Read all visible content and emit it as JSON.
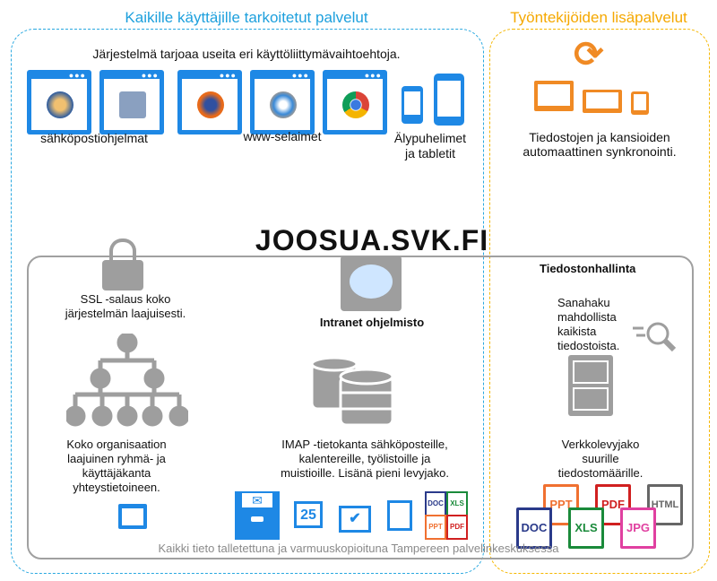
{
  "sections": {
    "all_users": "Kaikille käyttäjille tarkoitetut palvelut",
    "employees": "Työntekijöiden lisäpalvelut"
  },
  "interfaces": {
    "intro": "Järjestelmä tarjoaa useita eri käyttöliittymävaihtoehtoja.",
    "email_clients": "sähköpostiohjelmat",
    "browsers": "www-selaimet",
    "mobile_line1": "Älypuhelimet",
    "mobile_line2": "ja tabletit"
  },
  "sync": {
    "line1": "Tiedostojen ja kansioiden",
    "line2": "automaattinen synkronointi."
  },
  "title": "JOOSUA.SVK.FI",
  "ssl": {
    "line1": "SSL -salaus koko",
    "line2": "järjestelmän laajuisesti."
  },
  "intranet": "Intranet ohjelmisto",
  "org": {
    "line1": "Koko organisaation",
    "line2": "laajuinen ryhmä- ja",
    "line3": "käyttäjäkanta",
    "line4": "yhteystietoineen."
  },
  "imap": {
    "line1": "IMAP -tietokanta sähköposteille,",
    "line2": "kalentereille, työlistoille ja",
    "line3": "muistioille. Lisänä pieni levyjako."
  },
  "files": {
    "heading": "Tiedostonhallinta",
    "search1": "Sanahaku",
    "search2": "mahdollista",
    "search3": "kaikista",
    "search4": "tiedostoista.",
    "share1": "Verkkolevyjako",
    "share2": "suurille",
    "share3": "tiedostomäärille."
  },
  "calendar_day": "25",
  "small_types": [
    "DOC",
    "XLS",
    "PPT",
    "PDF"
  ],
  "big_types": [
    "PPT",
    "PDF",
    "HTML",
    "DOC",
    "XLS",
    "JPG"
  ],
  "footer": "Kaikki tieto talletettuna ja varmuuskopioituna Tampereen palvelinkeskuksessa",
  "colors": {
    "blue": "#29a8e0",
    "orange": "#f5b700",
    "gray": "#9e9e9e"
  }
}
